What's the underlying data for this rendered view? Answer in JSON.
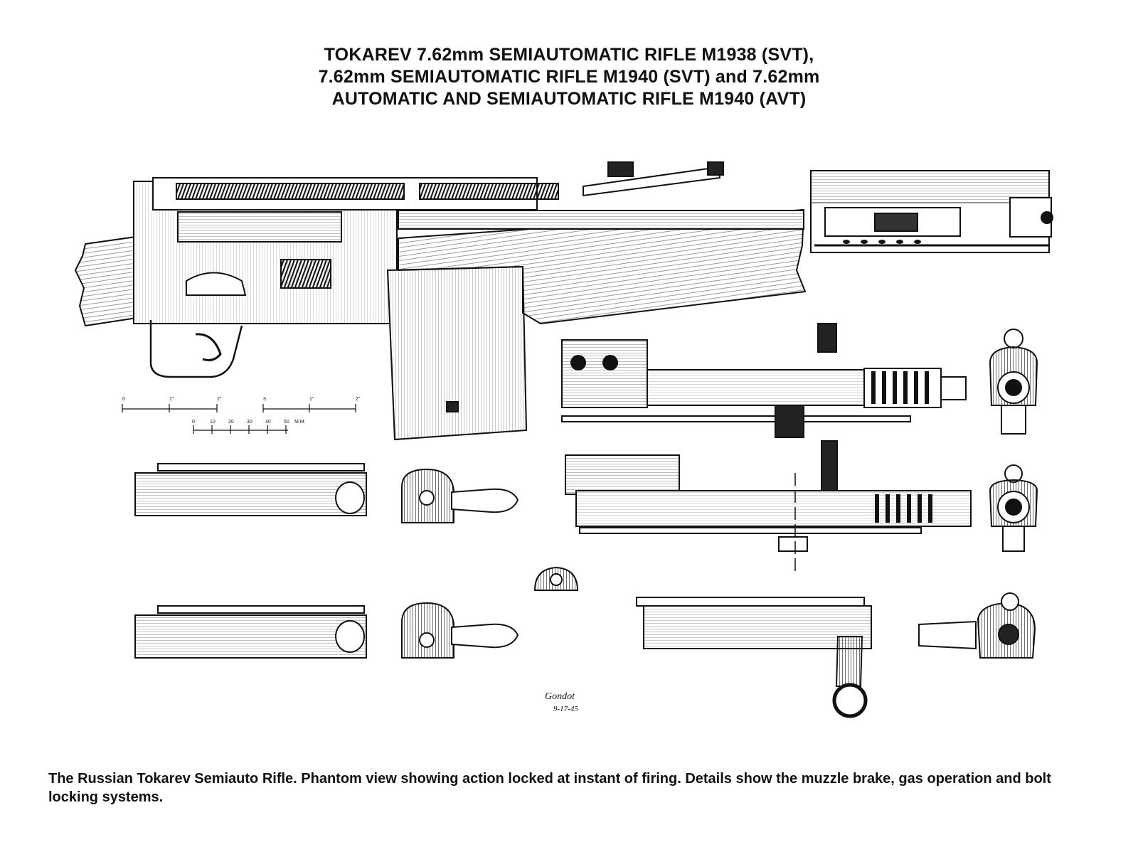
{
  "title": {
    "line1": "TOKAREV 7.62mm SEMIAUTOMATIC RIFLE M1938 (SVT),",
    "line2": "7.62mm SEMIAUTOMATIC RIFLE M1940 (SVT) and 7.62mm",
    "line3": "AUTOMATIC AND SEMIAUTOMATIC RIFLE M1940 (AVT)"
  },
  "caption": "The Russian Tokarev Semiauto Rifle. Phantom view showing action locked at instant of firing. Details show the muzzle brake, gas operation and bolt locking systems.",
  "scale_inches": {
    "labels": [
      "0",
      "1\"",
      "2\""
    ],
    "labels2": [
      "3",
      "1\"",
      "2\""
    ]
  },
  "scale_mm": {
    "labels": [
      "0",
      "10",
      "20",
      "30",
      "40",
      "50",
      "M.M."
    ]
  },
  "signature": {
    "name": "Gondot",
    "date": "9-17-45"
  }
}
